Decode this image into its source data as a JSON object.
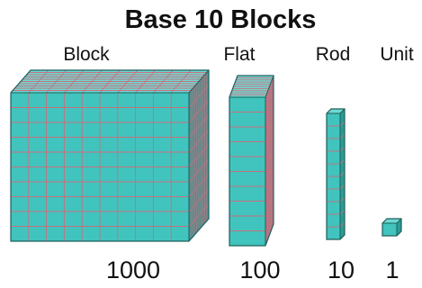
{
  "title": "Base 10 Blocks",
  "colors": {
    "front": "#40c4bd",
    "top": "#6fd8d2",
    "side": "#2a9c96",
    "grid": "#c7707e",
    "outline": "#1f5f5b",
    "text": "#111111"
  },
  "blocks": [
    {
      "label": "Block",
      "value": "1000"
    },
    {
      "label": "Flat",
      "value": "100"
    },
    {
      "label": "Rod",
      "value": "10"
    },
    {
      "label": "Unit",
      "value": "1"
    }
  ]
}
